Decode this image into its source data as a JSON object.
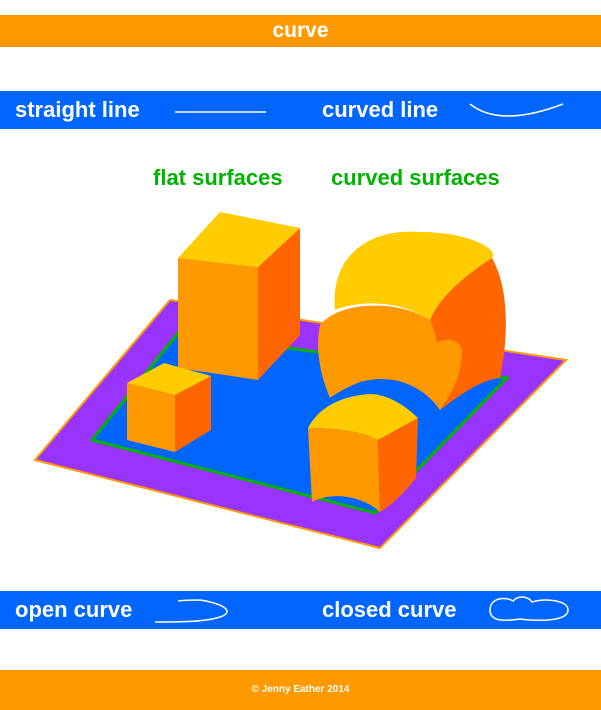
{
  "header": {
    "title": "curve"
  },
  "lines_band": {
    "straight_label": "straight line",
    "curved_label": "curved line"
  },
  "surfaces": {
    "flat_label": "flat surfaces",
    "curved_label": "curved surfaces"
  },
  "curves_band": {
    "open_label": "open curve",
    "closed_label": "closed curve"
  },
  "footer": {
    "copyright": "© Jenny Eather 2014"
  },
  "colors": {
    "orange": "#fe9a00",
    "blue": "#0066ff",
    "green": "#00b300",
    "purple": "#9933ff",
    "yellow": "#ffcc00",
    "dark_orange": "#ff6600"
  }
}
